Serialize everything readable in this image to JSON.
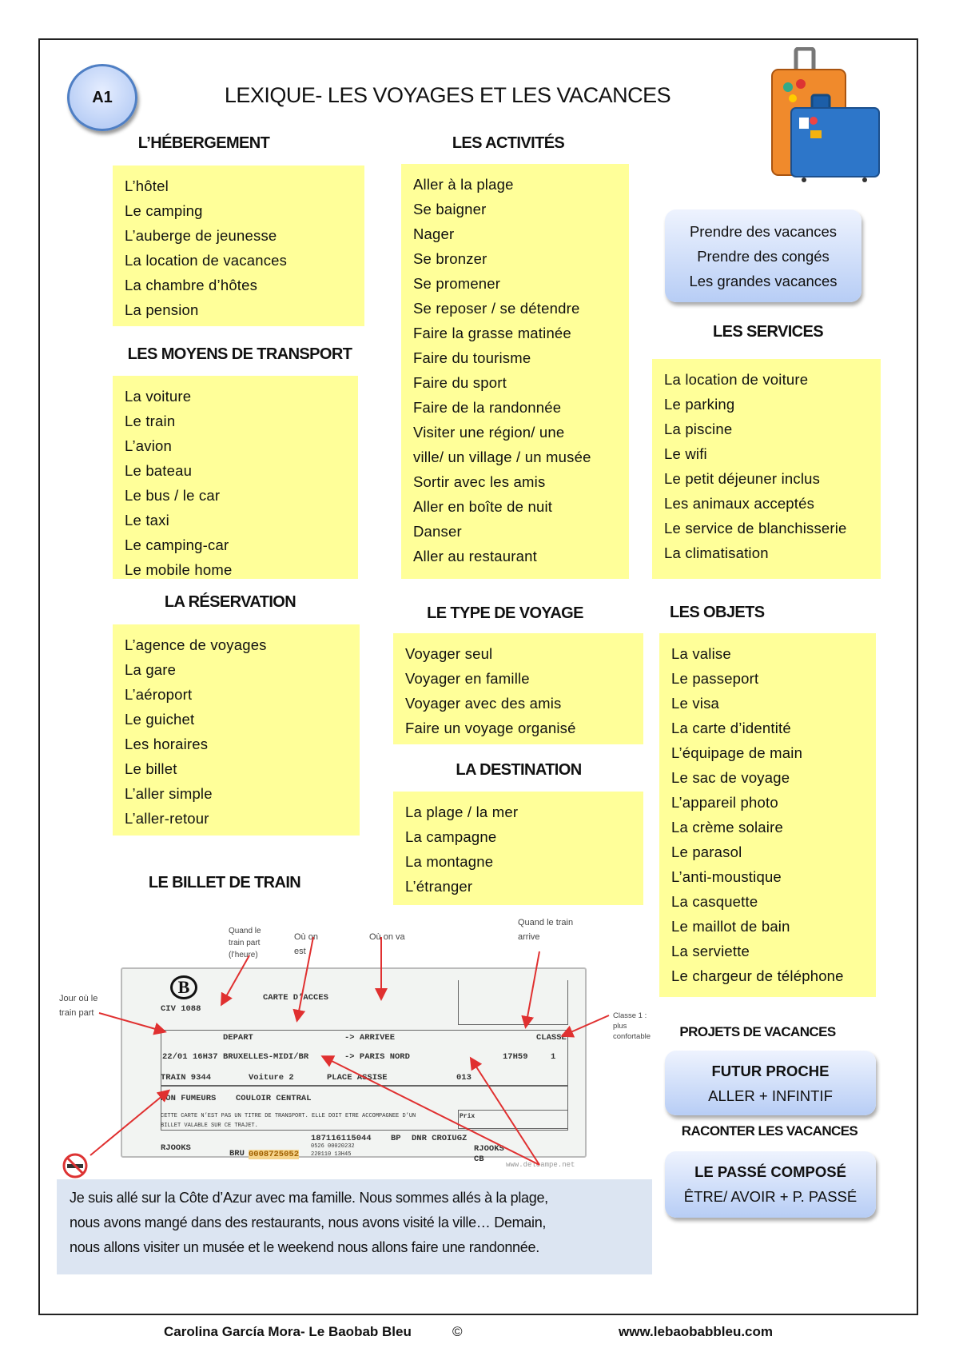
{
  "level": "A1",
  "title": "LEXIQUE- LES VOYAGES ET LES VACANCES",
  "colors": {
    "box": "#ffff99",
    "bubble": "#b7cdf5",
    "paragraph_bg": "#dce5f2",
    "arrow": "#e03030"
  },
  "hebergement": {
    "heading": "L’HÉBERGEMENT",
    "items": [
      "L’hôtel",
      "Le camping",
      "L’auberge de jeunesse",
      "La location de vacances",
      "La chambre d’hôtes",
      "La pension"
    ]
  },
  "activites": {
    "heading": "LES ACTIVITÉS",
    "items": [
      "Aller à la plage",
      "Se baigner",
      "Nager",
      "Se bronzer",
      "Se promener",
      "Se reposer / se détendre",
      "Faire la grasse matinée",
      "Faire du tourisme",
      "Faire du sport",
      "Faire de la randonnée",
      "Visiter une région/ une",
      "ville/ un village / un musée",
      "Sortir avec les amis",
      "Aller en boîte de nuit",
      "Danser",
      "Aller au restaurant"
    ]
  },
  "transport": {
    "heading": "LES MOYENS DE TRANSPORT",
    "items": [
      "La voiture",
      "Le train",
      "L’avion",
      "Le bateau",
      "Le bus / le car",
      "Le taxi",
      "Le camping-car",
      "Le mobile home"
    ]
  },
  "reservation": {
    "heading": "LA RÉSERVATION",
    "items": [
      "L’agence de voyages",
      "La gare",
      "L’aéroport",
      "Le guichet",
      "Les horaires",
      "Le billet",
      "L’aller simple",
      "L’aller-retour"
    ]
  },
  "type_voyage": {
    "heading": "LE TYPE DE VOYAGE",
    "items": [
      "Voyager seul",
      "Voyager en famille",
      "Voyager avec des amis",
      "Faire un voyage organisé"
    ]
  },
  "destination": {
    "heading": "LA DESTINATION",
    "items": [
      "La plage / la mer",
      "La campagne",
      "La montagne",
      "L’étranger"
    ]
  },
  "vacances": {
    "items": [
      "Prendre des vacances",
      "Prendre des congés",
      "Les grandes vacances"
    ]
  },
  "services": {
    "heading": "LES SERVICES",
    "items": [
      "La location de voiture",
      "Le parking",
      "La piscine",
      "Le wifi",
      "Le petit déjeuner inclus",
      "Les animaux acceptés",
      "Le service de blanchisserie",
      "La climatisation"
    ]
  },
  "objets": {
    "heading": "LES OBJETS",
    "items": [
      "La valise",
      "Le passeport",
      "Le visa",
      "La carte d’identité",
      "L’équipage de main",
      "Le sac de voyage",
      "L’appareil photo",
      "La crème solaire",
      "Le parasol",
      "L’anti-moustique",
      "La casquette",
      "Le maillot de bain",
      "La serviette",
      "Le chargeur de téléphone"
    ]
  },
  "projets": {
    "heading": "PROJETS DE VACANCES",
    "title": "FUTUR PROCHE",
    "formula": "ALLER + INFINTIF"
  },
  "raconter": {
    "heading": "RACONTER LES VACANCES",
    "title": "LE PASSÉ COMPOSÉ",
    "formula": "ÊTRE/ AVOIR + P. PASSÉ"
  },
  "billet": {
    "heading": "LE BILLET DE TRAIN",
    "annotations": {
      "jour": "Jour où le train part",
      "heure": "Quand le train part (l’heure)",
      "ou_on_est": "Où on est",
      "ou_on_va": "Où on va",
      "arrive": "Quand le train arrive",
      "classe": "Classe 1 : plus confortable"
    },
    "ticket": {
      "logo": "B",
      "civ": "CIV 1088",
      "carte": "CARTE D’ACCES",
      "depart": "DEPART",
      "arrow1": "-> ARRIVEE",
      "date": "22/01",
      "time": "16H37",
      "from": "BRUXELLES-MIDI/BR",
      "arrow2": "-> PARIS NORD",
      "arr_time": "17H59",
      "classe_label": "CLASSE",
      "classe": "1",
      "train": "TRAIN  9344",
      "voiture": "Voiture  2",
      "place": "PLACE ASSISE",
      "seat": "013",
      "fumeurs": "NON FUMEURS",
      "couloir": "COULOIR CENTRAL",
      "notice1": "CETTE CARTE N’EST PAS UN TITRE DE TRANSPORT. ELLE DOIT ETRE ACCOMPAGNEE D’UN",
      "notice2": "BILLET VALABLE SUR CE TRAJET.",
      "prix": "Prix",
      "code1": "RJOOKS",
      "num": "187116115044",
      "bp": "BP",
      "dnr": "DNR CROIUGZ",
      "code2": "RJOOKS",
      "cb": "CB",
      "bru": "BRU",
      "barcode": "0008725052",
      "small1": "0526 00020232",
      "small2": "220110 13H45",
      "watermark": "www.delcampe.net"
    }
  },
  "paragraph": [
    "Je suis allé sur la Côte d’Azur avec ma famille. Nous sommes allés à la plage,",
    "nous avons mangé dans des restaurants, nous avons visité la ville… Demain,",
    "nous allons visiter un musée et le weekend nous allons faire une randonnée."
  ],
  "footer": {
    "author": "Carolina García Mora- Le Baobab Bleu",
    "copyright": "©",
    "website": "www.lebaobabbleu.com"
  }
}
